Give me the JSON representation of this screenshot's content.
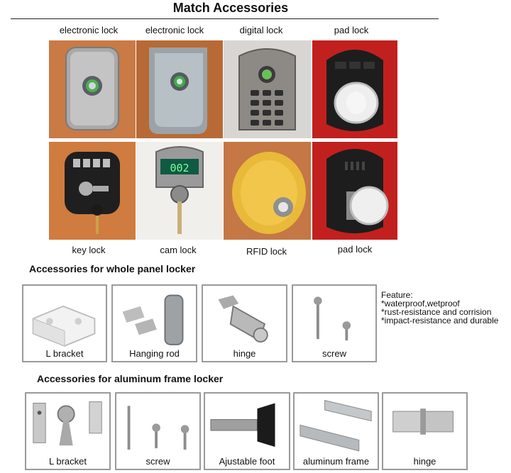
{
  "title": "Match Accessories",
  "locks_top": [
    "electronic lock",
    "electronic lock",
    "digital lock",
    "pad lock"
  ],
  "locks_bottom": [
    "key lock",
    "cam lock",
    "RFID lock",
    "pad lock"
  ],
  "cam_lock_display": "002",
  "panel_section": {
    "heading": "Accessories for whole panel locker",
    "items": [
      "L bracket",
      "Hanging rod",
      "hinge",
      "screw"
    ],
    "feature_title": "Feature:",
    "features": "*waterproof,wetproof\n*rust-resistance and corrision\n*impact-resistance and durable"
  },
  "aluminum_section": {
    "heading": "Accessories for aluminum frame locker",
    "items": [
      "L bracket",
      "screw",
      "Ajustable foot",
      "aluminum frame",
      "hinge"
    ]
  },
  "colors": {
    "wood_background": "#c97a45",
    "dark_background": "#1c1c1c",
    "box_border": "#9a9a9a",
    "rfid_knob": "#e9b93a"
  }
}
